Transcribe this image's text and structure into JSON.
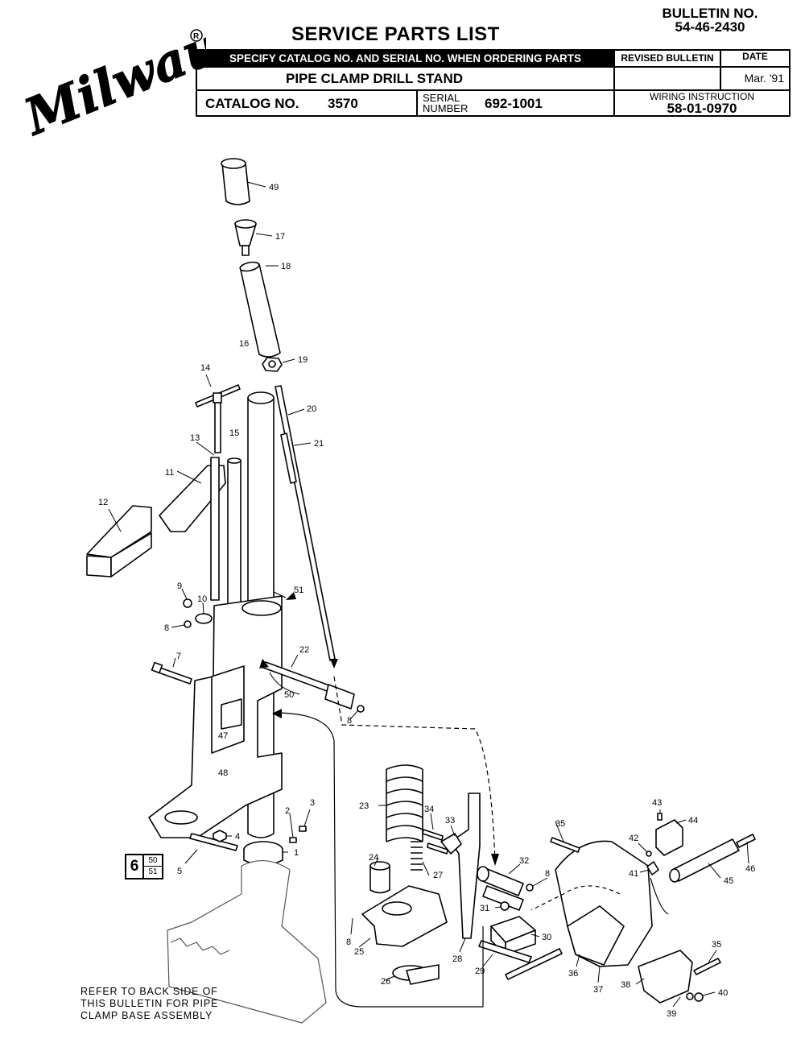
{
  "brand": "Milwaukee",
  "bulletin": {
    "label": "BULLETIN NO.",
    "number": "54-46-2430"
  },
  "title": "SERVICE PARTS LIST",
  "header": {
    "specify_note": "SPECIFY CATALOG NO. AND SERIAL NO. WHEN ORDERING PARTS",
    "revised_label": "REVISED BULLETIN",
    "date_label": "DATE",
    "date_value": "Mar. '91",
    "product": "PIPE CLAMP DRILL STAND",
    "catalog_label": "CATALOG NO.",
    "catalog_value": "3570",
    "serial_label_1": "SERIAL",
    "serial_label_2": "NUMBER",
    "serial_value": "692-1001",
    "wiring_label": "WIRING INSTRUCTION",
    "wiring_value": "58-01-0970"
  },
  "ref_box": {
    "main": "6",
    "top": "50",
    "bottom": "51"
  },
  "refer_note": [
    "REFER TO BACK SIDE OF",
    "THIS BULLETIN FOR PIPE",
    "CLAMP BASE ASSEMBLY"
  ],
  "callouts": {
    "c49": "49",
    "c17": "17",
    "c18": "18",
    "c16": "16",
    "c19": "19",
    "c14": "14",
    "c20": "20",
    "c21": "21",
    "c13": "13",
    "c15": "15",
    "c11": "11",
    "c12": "12",
    "c9": "9",
    "c10": "10",
    "c51": "51",
    "c8a": "8",
    "c7": "7",
    "c22": "22",
    "c50": "50",
    "c8b": "8",
    "c47": "47",
    "c48": "48",
    "c3": "3",
    "c2": "2",
    "c4": "4",
    "c1": "1",
    "c5": "5",
    "c23": "23",
    "c34": "34",
    "c33": "33",
    "c35a": "35",
    "c43": "43",
    "c44": "44",
    "c42": "42",
    "c41": "41",
    "c45": "45",
    "c46": "46",
    "c24": "24",
    "c27": "27",
    "c32": "32",
    "c8c": "8",
    "c31": "31",
    "c8d": "8",
    "c30": "30",
    "c25": "25",
    "c28": "28",
    "c29": "29",
    "c26": "26",
    "c36": "36",
    "c37": "37",
    "c38": "38",
    "c35b": "35",
    "c39": "39",
    "c40": "40"
  }
}
